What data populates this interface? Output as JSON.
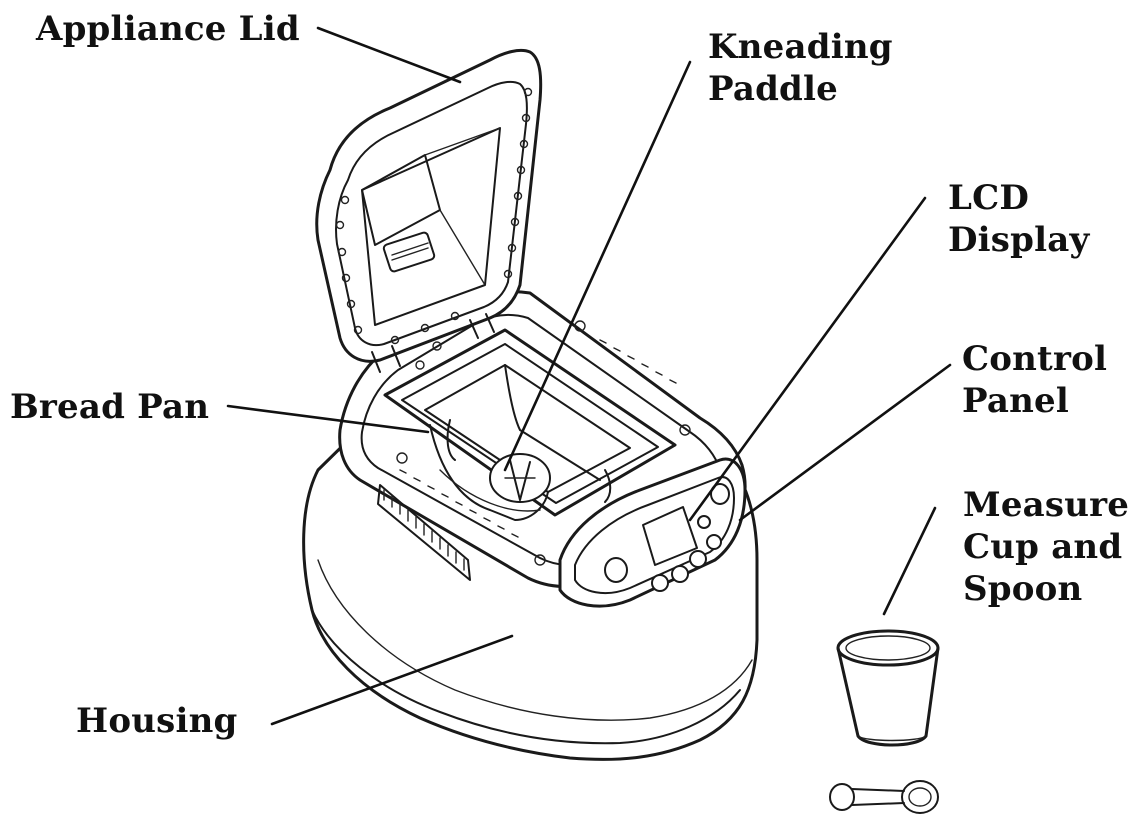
{
  "labels": {
    "appliance_lid": "Appliance Lid",
    "kneading_paddle": [
      "Kneading",
      "Paddle"
    ],
    "lcd_display": [
      "LCD",
      "Display"
    ],
    "control_panel": [
      "Control",
      "Panel"
    ],
    "bread_pan": "Bread Pan",
    "measure_cup_spoon": [
      "Measure",
      "Cup and",
      "Spoon"
    ],
    "housing": "Housing"
  },
  "colors": {
    "ink": "#1a1a1a",
    "background": "#ffffff"
  }
}
